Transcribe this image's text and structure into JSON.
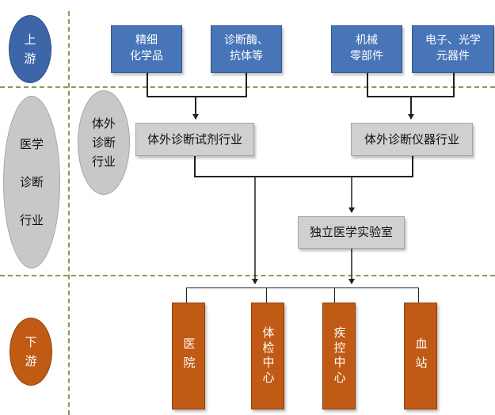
{
  "regions": {
    "upstream": "上\n游",
    "medical": "医学\n\n诊断\n\n行业",
    "inner": "体外\n诊断\n行业",
    "downstream": "下\n游"
  },
  "upstream_boxes": {
    "fine_chem": "精细\n化学品",
    "enzyme": "诊断酶、\n抗体等",
    "mech": "机械\n零部件",
    "optic": "电子、光学\n元器件"
  },
  "middle_boxes": {
    "reagent": "体外诊断试剂行业",
    "instrument": "体外诊断仪器行业",
    "lab": "独立医学实验室"
  },
  "downstream_boxes": {
    "hospital": "医院",
    "checkup": "体检中心",
    "cdc": "疾控中心",
    "blood": "血站"
  },
  "colors": {
    "blue": "#4875b8",
    "gray": "#d0d0d0",
    "orange": "#c05a14",
    "divider": "#8a9a5b"
  }
}
